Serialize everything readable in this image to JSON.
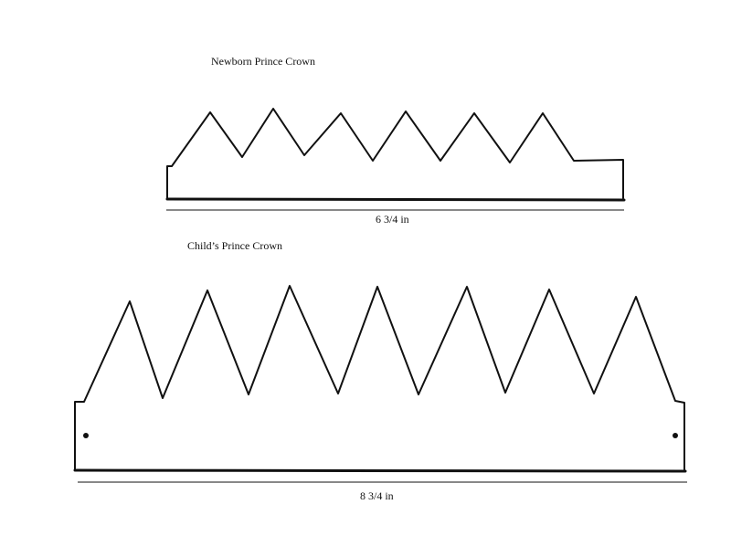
{
  "newborn": {
    "title": "Newborn Prince Crown",
    "measurement": "6 3/4 in"
  },
  "child": {
    "title": "Child’s Prince Crown",
    "measurement": "8 3/4 in"
  },
  "colors": {
    "ink": "#111111",
    "paper": "#ffffff"
  }
}
